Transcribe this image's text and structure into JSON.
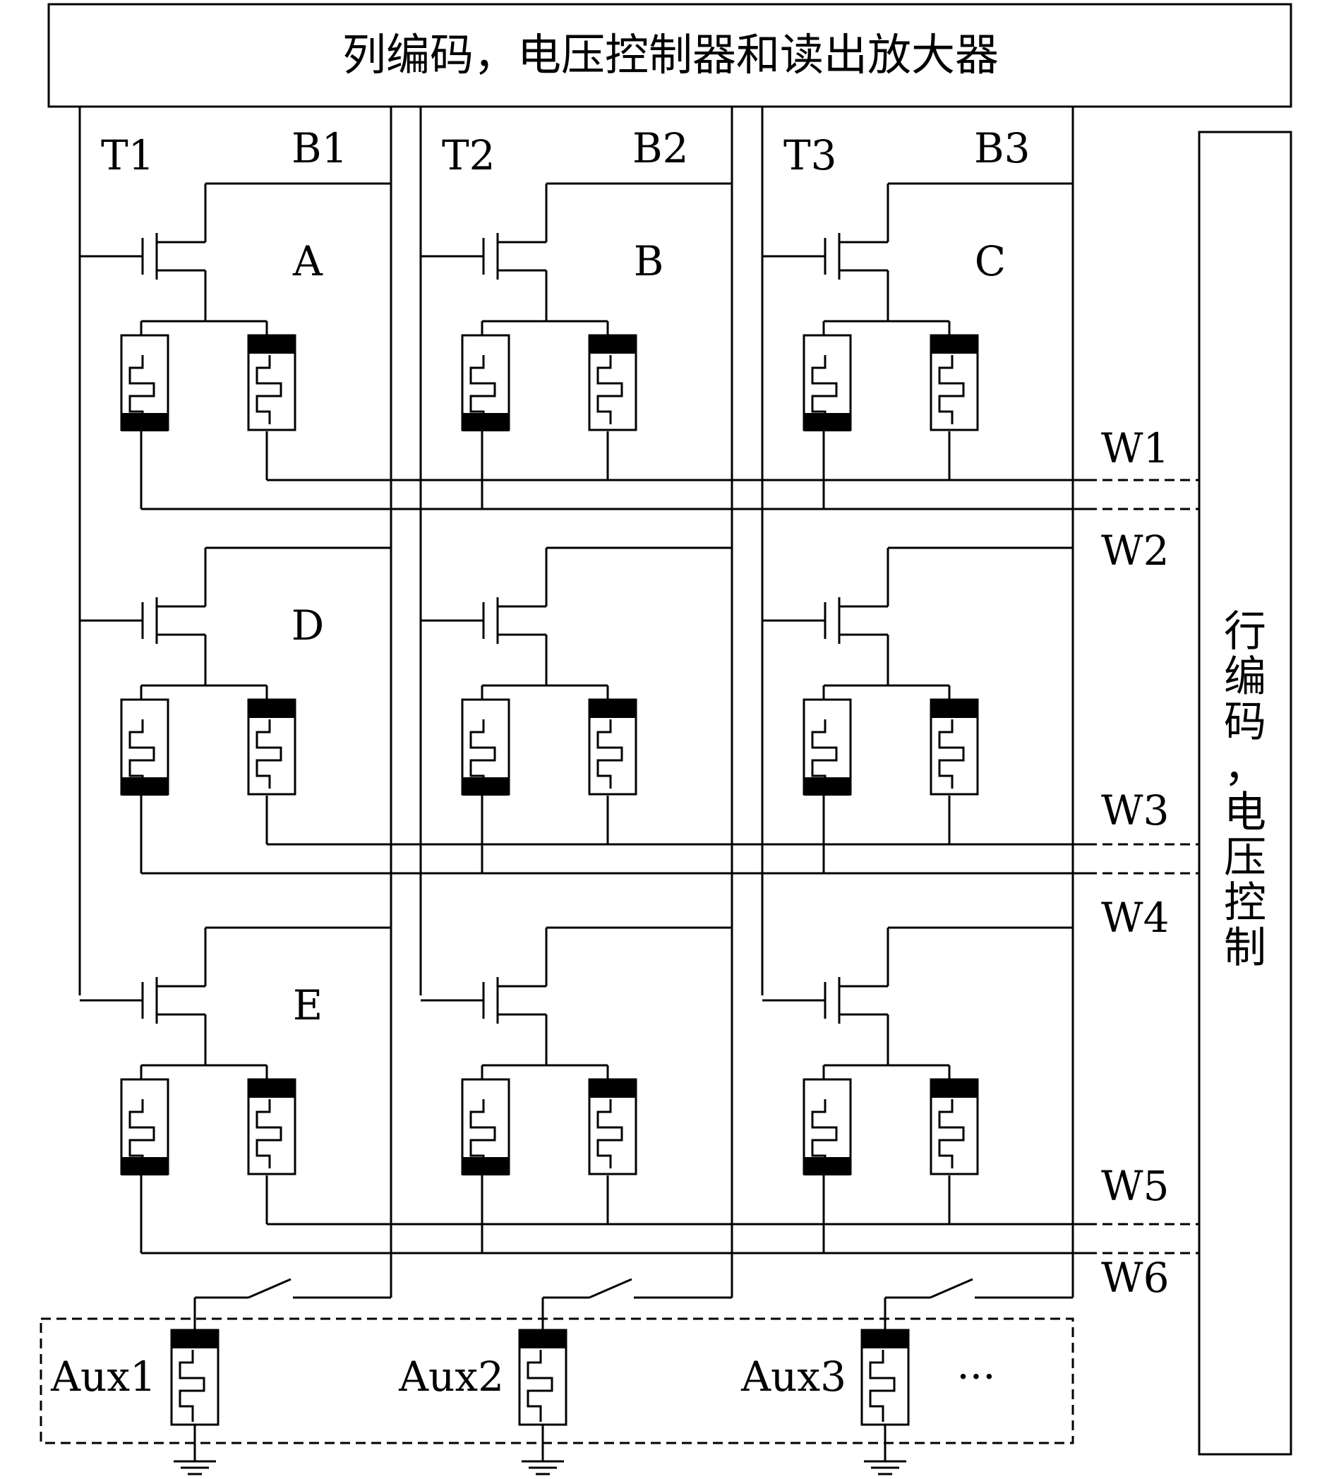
{
  "header": {
    "label": "列编码，电压控制器和读出放大器"
  },
  "side_panel": {
    "chars": [
      "行",
      "编",
      "码",
      "，",
      "电",
      "压",
      "控",
      "制"
    ]
  },
  "columns": [
    {
      "top_label": "T1",
      "bottom_label": "B1"
    },
    {
      "top_label": "T2",
      "bottom_label": "B2"
    },
    {
      "top_label": "T3",
      "bottom_label": "B3"
    }
  ],
  "word_lines": [
    "W1",
    "W2",
    "W3",
    "W4",
    "W5",
    "W6"
  ],
  "cell_labels": [
    "A",
    "B",
    "C",
    "D",
    "",
    "",
    "E",
    "",
    ""
  ],
  "aux": [
    "Aux1",
    "Aux2",
    "Aux3"
  ],
  "ellipsis": "···"
}
